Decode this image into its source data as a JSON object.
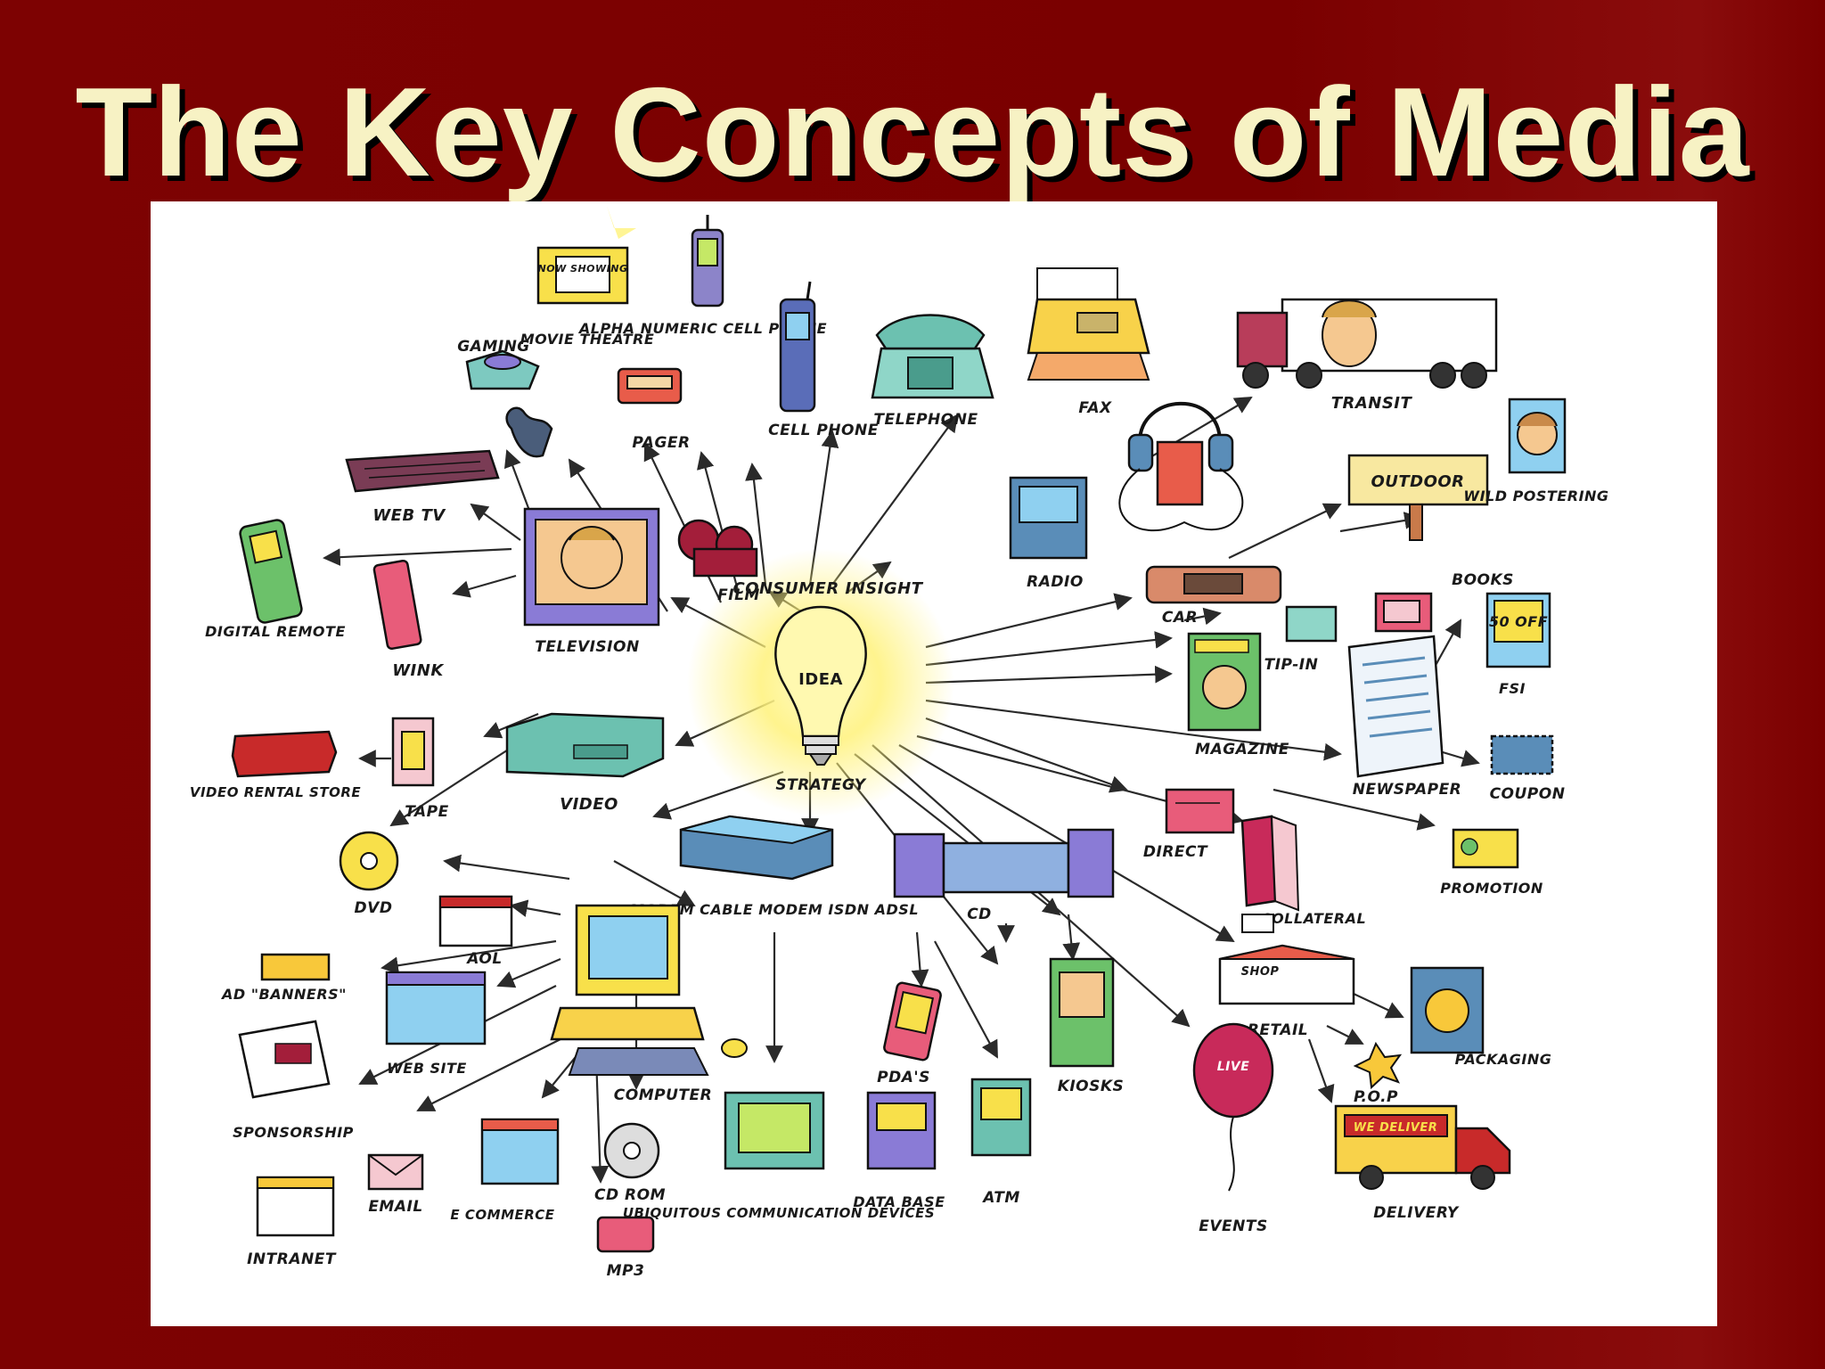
{
  "title": "The Key Concepts of Media",
  "colors": {
    "background": "#7a0000",
    "title_text": "#f7f2c4",
    "panel": "#ffffff",
    "bulb_glow": "#fff27a"
  },
  "labels": {
    "now_showing": "NOW SHOWING",
    "gaming": "GAMING",
    "movie_theatre": "MOVIE THEATRE",
    "alpha_numeric": "ALPHA NUMERIC CELL PHONE",
    "pager": "PAGER",
    "cell_phone": "CELL PHONE",
    "telephone": "TELEPHONE",
    "fax": "FAX",
    "transit": "TRANSIT",
    "web_tv": "WEB TV",
    "outdoor": "OUTDOOR",
    "wild_postering": "WILD POSTERING",
    "digital_remote": "DIGITAL REMOTE",
    "wink": "WINK",
    "television": "TELEVISION",
    "film": "FILM",
    "consumer_insight": "CONSUMER INSIGHT",
    "radio": "RADIO",
    "car": "CAR",
    "books": "BOOKS",
    "tip_in": "TIP-IN",
    "fsi": "FSI",
    "idea": "IDEA",
    "magazine": "MAGAZINE",
    "fifty_off": "50 OFF",
    "video_rental_store": "VIDEO RENTAL STORE",
    "tape": "TAPE",
    "video": "VIDEO",
    "strategy": "STRATEGY",
    "newspaper": "NEWSPAPER",
    "coupon": "COUPON",
    "direct": "DIRECT",
    "dvd": "DVD",
    "modem": "MODEM CABLE MODEM ISDN ADSL",
    "cd": "CD",
    "collateral": "COLLATERAL",
    "promotion": "PROMOTION",
    "aol": "AOL",
    "ad_banners": "AD \"BANNERS\"",
    "web_site": "WEB SITE",
    "retail": "RETAIL",
    "shop": "SHOP",
    "packaging": "PACKAGING",
    "computer": "COMPUTER",
    "pdas": "PDA'S",
    "kiosks": "KIOSKS",
    "pop": "P.O.P",
    "sponsorship": "SPONSORSHIP",
    "cd_rom": "CD ROM",
    "live": "LIVE",
    "we_deliver": "WE DELIVER",
    "email": "EMAIL",
    "ecommerce": "E COMMERCE",
    "ubiquitous": "UBIQUITOUS COMMUNICATION DEVICES",
    "database": "DATA BASE",
    "atm": "ATM",
    "events": "EVENTS",
    "delivery": "DELIVERY",
    "intranet": "INTRANET",
    "mp3": "MP3"
  },
  "icons": [
    "lightbulb-icon",
    "movie-marquee-icon",
    "game-console-icon",
    "alpha-phone-icon",
    "pager-icon",
    "cell-phone-icon",
    "telephone-icon",
    "fax-icon",
    "transit-truck-icon",
    "web-tv-keyboard-icon",
    "headphones-icon",
    "billboard-icon",
    "poster-face-icon",
    "remote-icon",
    "wink-remote-icon",
    "television-icon",
    "film-camera-icon",
    "radio-icon",
    "car-stereo-icon",
    "books-icon",
    "tip-in-icon",
    "fsi-icon",
    "magazine-icon",
    "newspaper-icon",
    "coupon-icon",
    "ticket-icon",
    "tape-icon",
    "vcr-icon",
    "modem-icon",
    "cd-stereo-icon",
    "direct-mail-icon",
    "collateral-brochure-icon",
    "promotion-icon",
    "dvd-disc-icon",
    "computer-icon",
    "aol-window-icon",
    "ad-banner-icon",
    "website-window-icon",
    "sponsorship-icon",
    "email-envelope-icon",
    "ecommerce-window-icon",
    "cd-rom-disc-icon",
    "ubiquitous-device-icon",
    "database-icon",
    "atm-icon",
    "pda-icon",
    "kiosk-icon",
    "shop-icon",
    "packaging-icon",
    "pop-star-icon",
    "balloon-icon",
    "delivery-truck-icon",
    "intranet-window-icon",
    "mp3-player-icon",
    "gamepad-icon"
  ]
}
